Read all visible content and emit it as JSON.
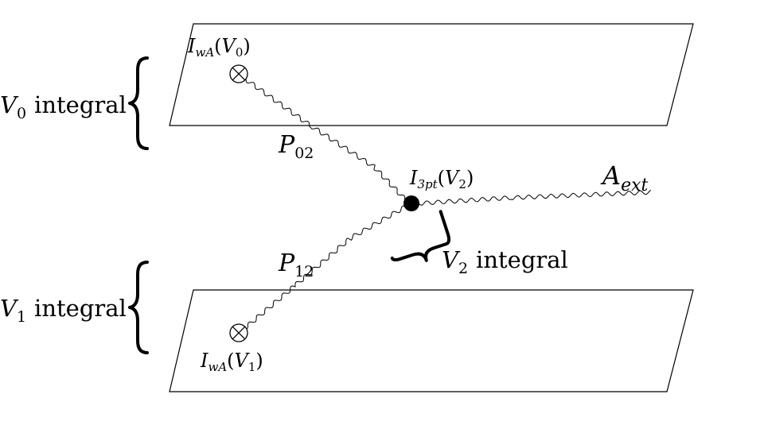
{
  "labels": {
    "v0_integral": {
      "var": "V",
      "sub": "0",
      "word": "integral"
    },
    "v1_integral": {
      "var": "V",
      "sub": "1",
      "word": "integral"
    },
    "v2_integral": {
      "var": "V",
      "sub": "2",
      "word": "integral"
    },
    "iwa_v0": {
      "func": "I",
      "sub": "wA",
      "arg_var": "V",
      "arg_sub": "0"
    },
    "iwa_v1": {
      "func": "I",
      "sub": "wA",
      "arg_var": "V",
      "arg_sub": "1"
    },
    "i3pt_v2": {
      "func": "I",
      "sub": "3pt",
      "arg_var": "V",
      "arg_sub": "2"
    },
    "p02": {
      "var": "P",
      "sub": "02"
    },
    "p12": {
      "var": "P",
      "sub": "12"
    },
    "a_ext": {
      "var": "A",
      "sub": "ext"
    }
  }
}
